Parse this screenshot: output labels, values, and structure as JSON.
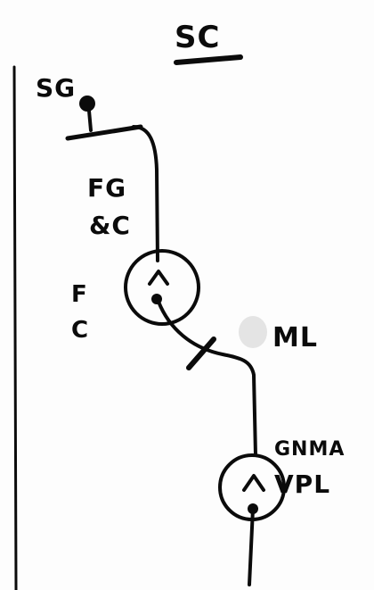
{
  "title": "SC",
  "labels": {
    "sg": "SG",
    "fg": "FG",
    "fc": "&C",
    "f": "F",
    "c": "C",
    "ml": "ML",
    "gnma": "GNMA",
    "vpl": "VPL"
  }
}
